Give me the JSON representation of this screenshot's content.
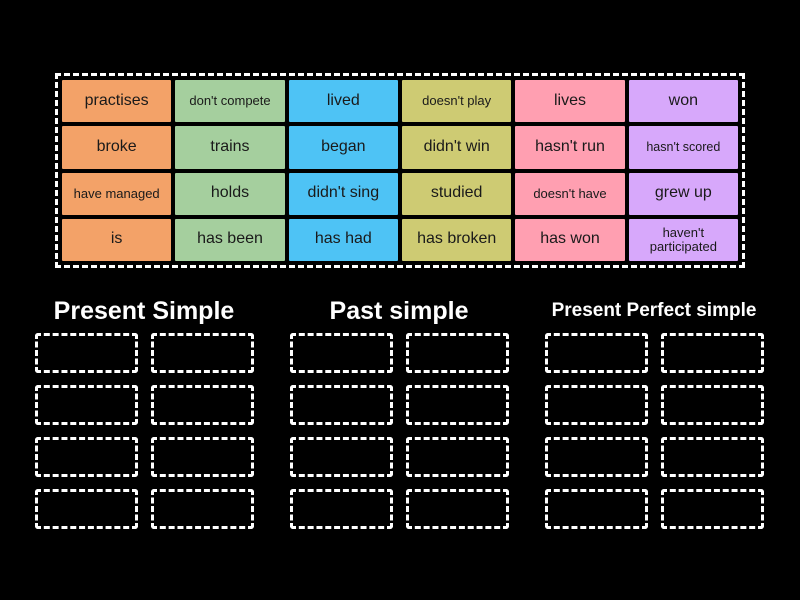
{
  "activity": {
    "type": "group-sort",
    "background_color": "#000000"
  },
  "word_bank": {
    "columns_colors": [
      "#F3A268",
      "#A5CF9E",
      "#4EC3F5",
      "#CECB73",
      "#FF9FB1",
      "#D7A8FB"
    ],
    "rows": [
      [
        {
          "text": "practises",
          "color": "#F3A268",
          "size": "normal"
        },
        {
          "text": "don't compete",
          "color": "#A5CF9E",
          "size": "small"
        },
        {
          "text": "lived",
          "color": "#4EC3F5",
          "size": "normal"
        },
        {
          "text": "doesn't play",
          "color": "#CECB73",
          "size": "small"
        },
        {
          "text": "lives",
          "color": "#FF9FB1",
          "size": "normal"
        },
        {
          "text": "won",
          "color": "#D7A8FB",
          "size": "normal"
        }
      ],
      [
        {
          "text": "broke",
          "color": "#F3A268",
          "size": "normal"
        },
        {
          "text": "trains",
          "color": "#A5CF9E",
          "size": "normal"
        },
        {
          "text": "began",
          "color": "#4EC3F5",
          "size": "normal"
        },
        {
          "text": "didn't win",
          "color": "#CECB73",
          "size": "normal"
        },
        {
          "text": "hasn't run",
          "color": "#FF9FB1",
          "size": "normal"
        },
        {
          "text": "hasn't scored",
          "color": "#D7A8FB",
          "size": "xsmall"
        }
      ],
      [
        {
          "text": "have managed",
          "color": "#F3A268",
          "size": "small"
        },
        {
          "text": "holds",
          "color": "#A5CF9E",
          "size": "normal"
        },
        {
          "text": "didn't sing",
          "color": "#4EC3F5",
          "size": "normal"
        },
        {
          "text": "studied",
          "color": "#CECB73",
          "size": "normal"
        },
        {
          "text": "doesn't have",
          "color": "#FF9FB1",
          "size": "small"
        },
        {
          "text": "grew up",
          "color": "#D7A8FB",
          "size": "normal"
        }
      ],
      [
        {
          "text": "is",
          "color": "#F3A268",
          "size": "normal"
        },
        {
          "text": "has been",
          "color": "#A5CF9E",
          "size": "normal"
        },
        {
          "text": "has had",
          "color": "#4EC3F5",
          "size": "normal"
        },
        {
          "text": "has broken",
          "color": "#CECB73",
          "size": "normal"
        },
        {
          "text": "has won",
          "color": "#FF9FB1",
          "size": "normal"
        },
        {
          "text": "haven't participated",
          "color": "#D7A8FB",
          "size": "small"
        }
      ]
    ]
  },
  "categories": [
    {
      "title": "Present Simple",
      "slots": 8
    },
    {
      "title": "Past simple",
      "slots": 8
    },
    {
      "title": "Present Perfect simple",
      "slots": 8
    }
  ]
}
